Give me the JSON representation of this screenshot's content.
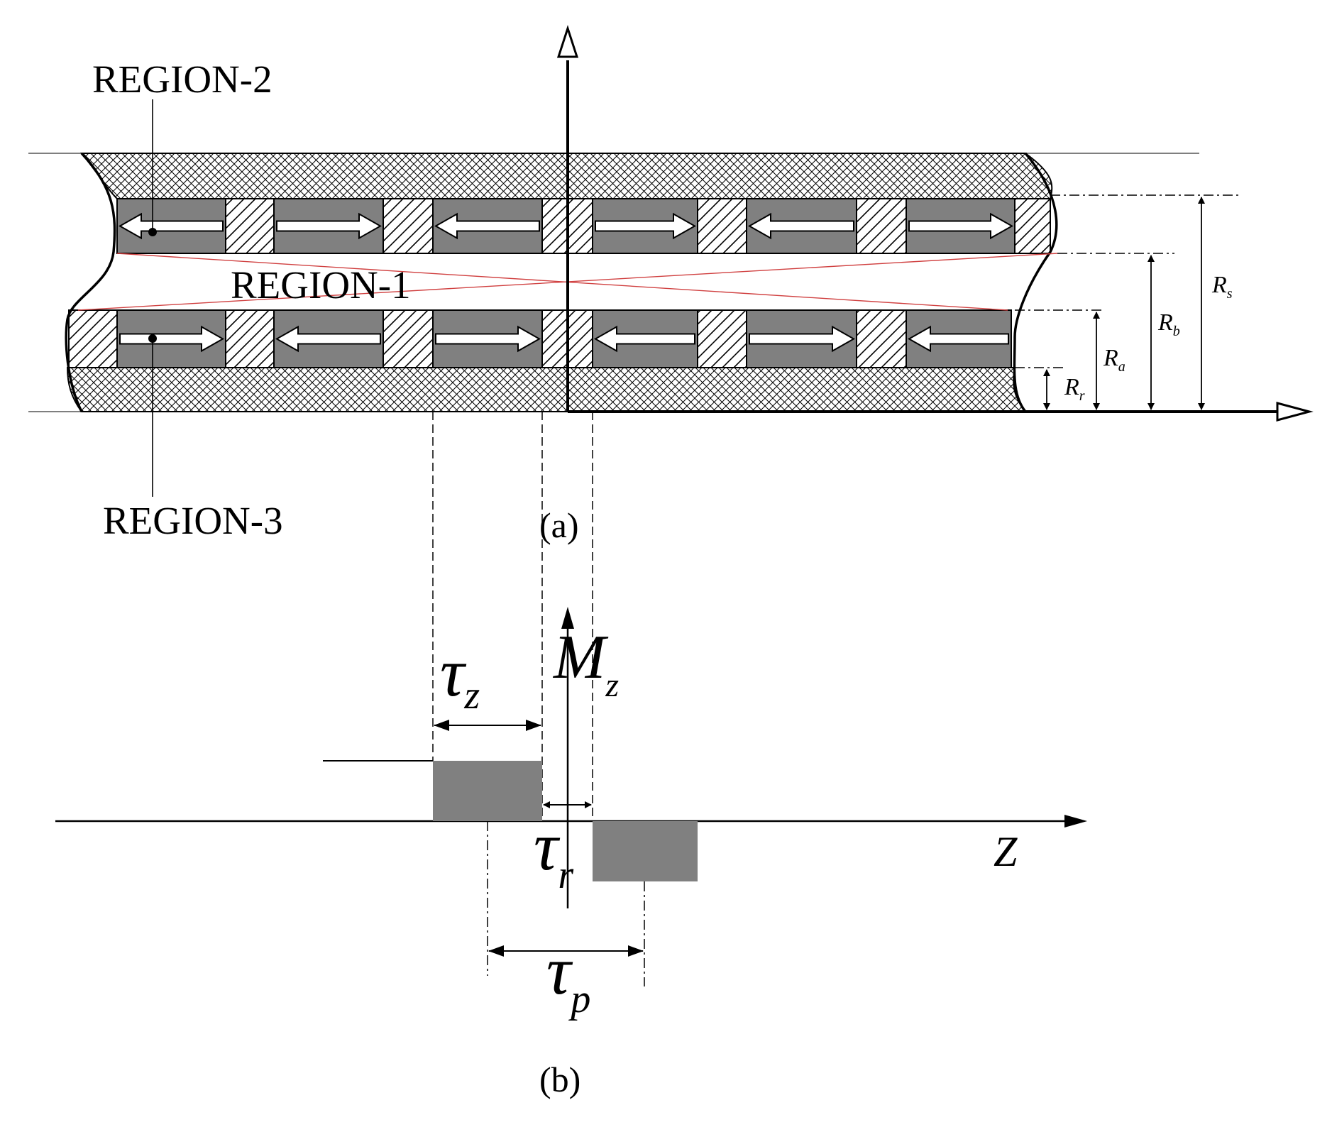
{
  "figure": {
    "regions": {
      "region2": "REGION-2",
      "region1": "REGION-1",
      "region3": "REGION-3"
    },
    "captions": {
      "a": "(a)",
      "b": "(b)"
    },
    "dimensions": {
      "rs": {
        "main": "R",
        "sub": "s"
      },
      "rb": {
        "main": "R",
        "sub": "b"
      },
      "ra": {
        "main": "R",
        "sub": "a"
      },
      "rr": {
        "main": "R",
        "sub": "r"
      }
    },
    "profile": {
      "axis_v_label": {
        "main": "M",
        "sub": "z"
      },
      "axis_h_label": "Z",
      "tau_z": {
        "main": "τ",
        "sub": "z"
      },
      "tau_r": {
        "main": "τ",
        "sub": "r"
      },
      "tau_p": {
        "main": "τ",
        "sub": "p"
      }
    },
    "magnet_arrows": {
      "top_row": [
        "left",
        "right",
        "left",
        "right",
        "left",
        "right"
      ],
      "bottom_row": [
        "right",
        "left",
        "right",
        "left",
        "right",
        "left"
      ]
    },
    "colors": {
      "magnet_fill": "#808080",
      "line": "#000000",
      "flux_line": "#d04040",
      "background": "#ffffff"
    }
  }
}
